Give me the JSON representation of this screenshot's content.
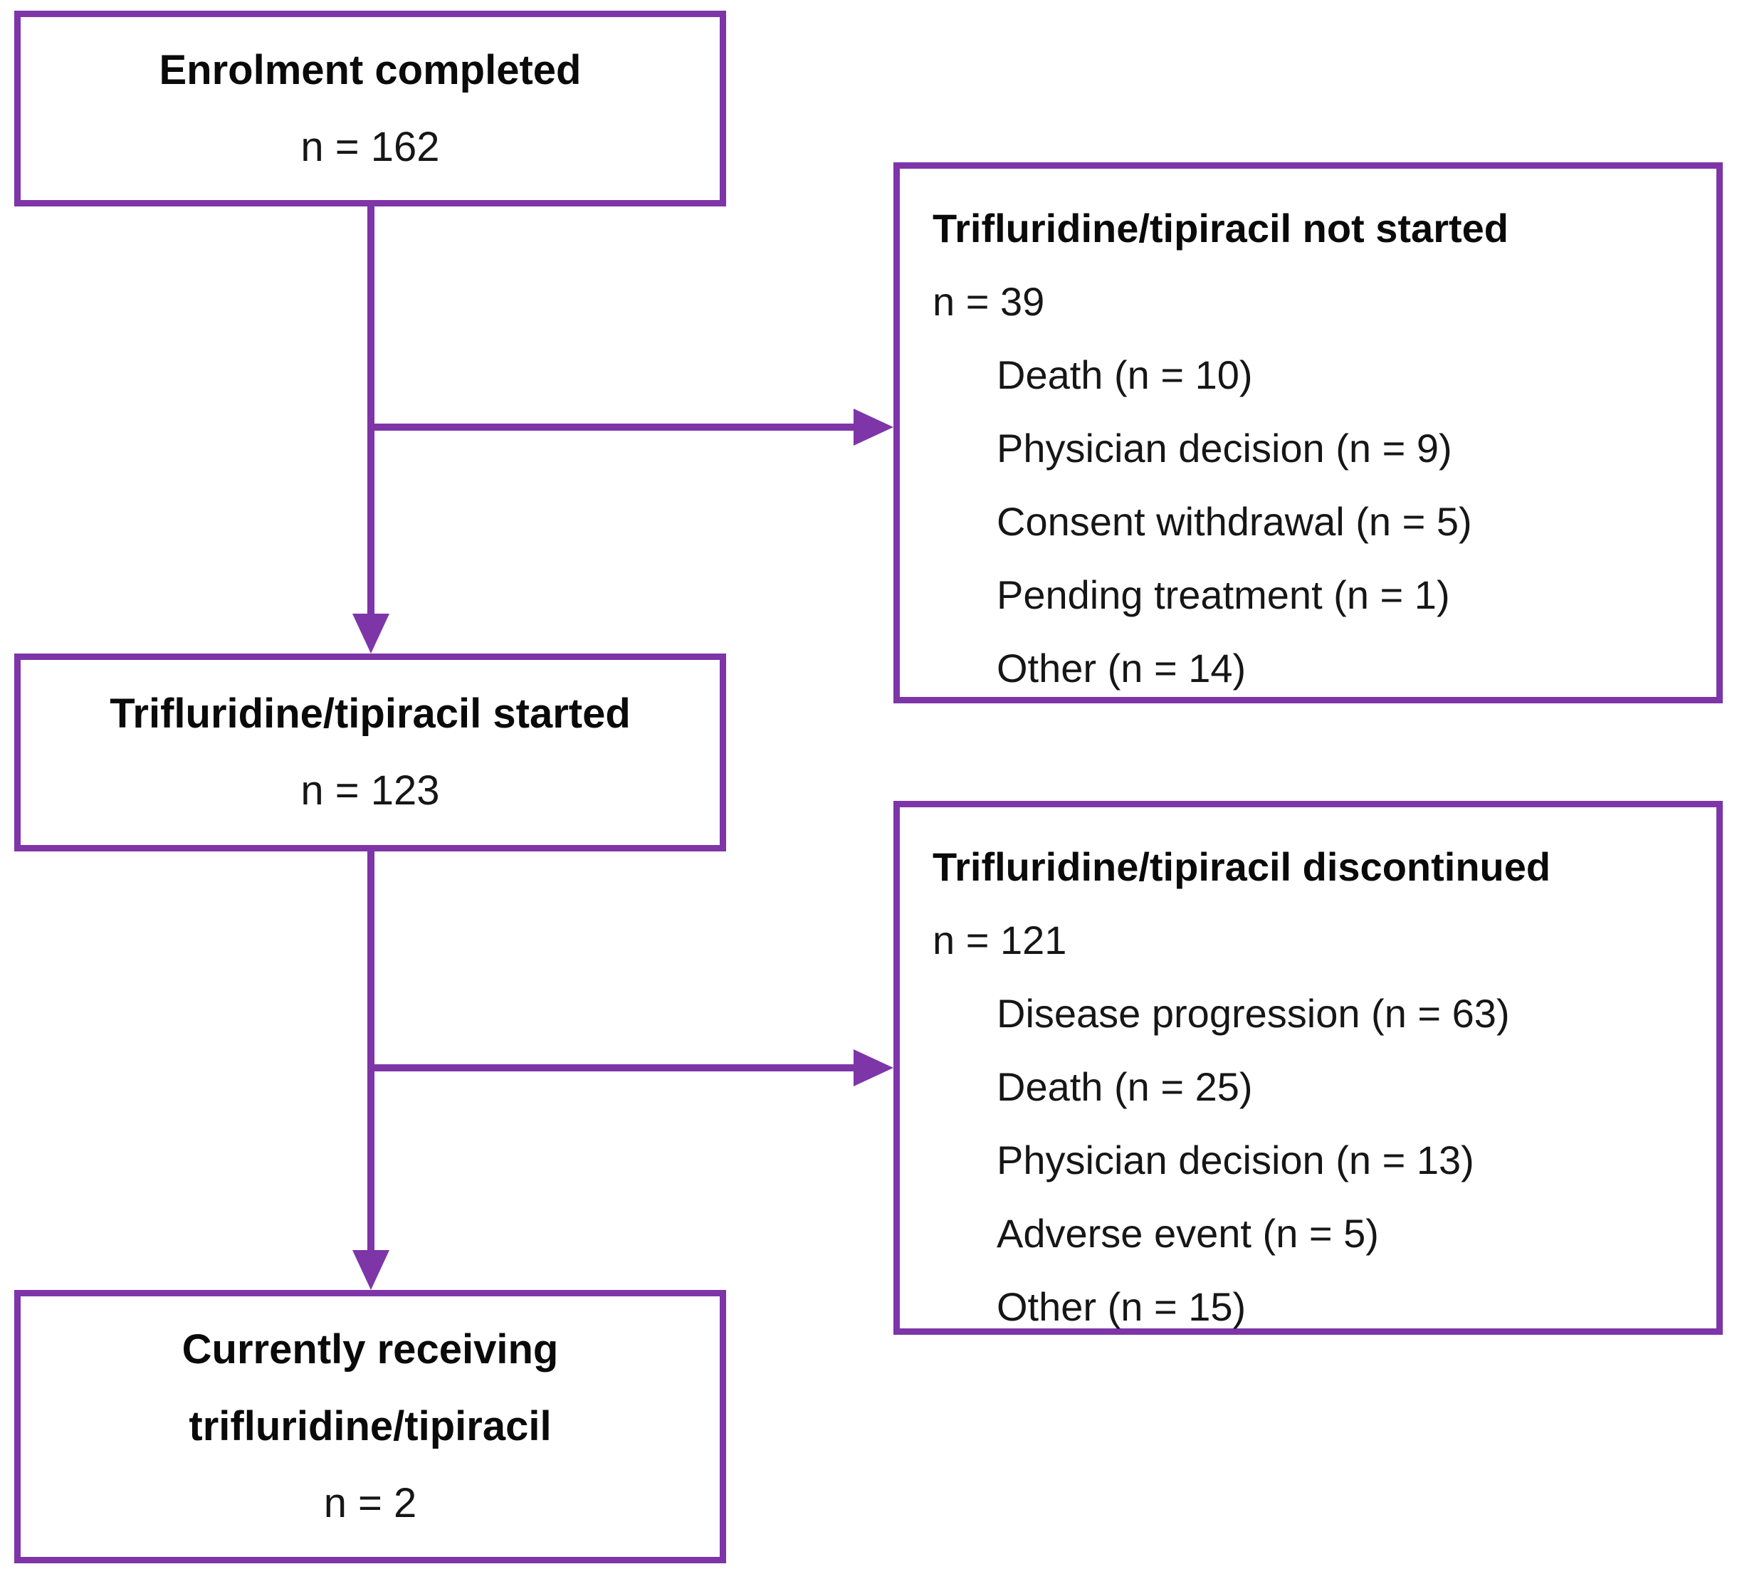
{
  "figure": {
    "type": "patient-flow-diagram",
    "accent_color": "#7D35A8",
    "background_color": "#FFFFFF",
    "text_color": "#161616"
  },
  "boxes": {
    "enrolment": {
      "title": "Enrolment completed",
      "count": "n = 162"
    },
    "not_started": {
      "title": "Trifluridine/tipiracil not started",
      "count": "n = 39",
      "reasons": [
        "Death (n = 10)",
        "Physician decision (n = 9)",
        "Consent withdrawal (n = 5)",
        "Pending treatment (n = 1)",
        "Other (n = 14)"
      ]
    },
    "started": {
      "title": "Trifluridine/tipiracil started",
      "count": "n = 123"
    },
    "discontinued": {
      "title": "Trifluridine/tipiracil discontinued",
      "count": "n = 121",
      "reasons": [
        "Disease progression (n = 63)",
        "Death (n = 25)",
        "Physician decision (n = 13)",
        "Adverse event (n = 5)",
        "Other (n = 15)"
      ]
    },
    "receiving": {
      "title_line1": "Currently receiving",
      "title_line2": "trifluridine/tipiracil",
      "count": "n = 2"
    }
  }
}
